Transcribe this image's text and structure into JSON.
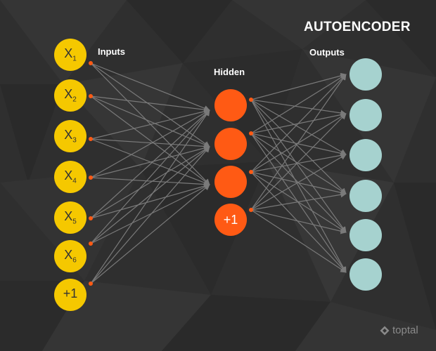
{
  "title": "AUTOENCODER",
  "labels": {
    "inputs": "Inputs",
    "hidden": "Hidden",
    "outputs": "Outputs"
  },
  "input_nodes": [
    {
      "base": "X",
      "sub": "1"
    },
    {
      "base": "X",
      "sub": "2"
    },
    {
      "base": "X",
      "sub": "3"
    },
    {
      "base": "X",
      "sub": "4"
    },
    {
      "base": "X",
      "sub": "5"
    },
    {
      "base": "X",
      "sub": "6"
    },
    {
      "base": "+1",
      "sub": ""
    }
  ],
  "hidden_nodes": [
    "",
    "",
    "",
    "+1"
  ],
  "output_count": 6,
  "brand": "toptal",
  "colors": {
    "background": "#2f2f2f",
    "input_node": "#f5c800",
    "hidden_node": "#ff5a14",
    "output_node": "#a6d2cf",
    "edge": "#7a7a7a",
    "edge_dot": "#ff5a14",
    "text": "#ffffff"
  }
}
